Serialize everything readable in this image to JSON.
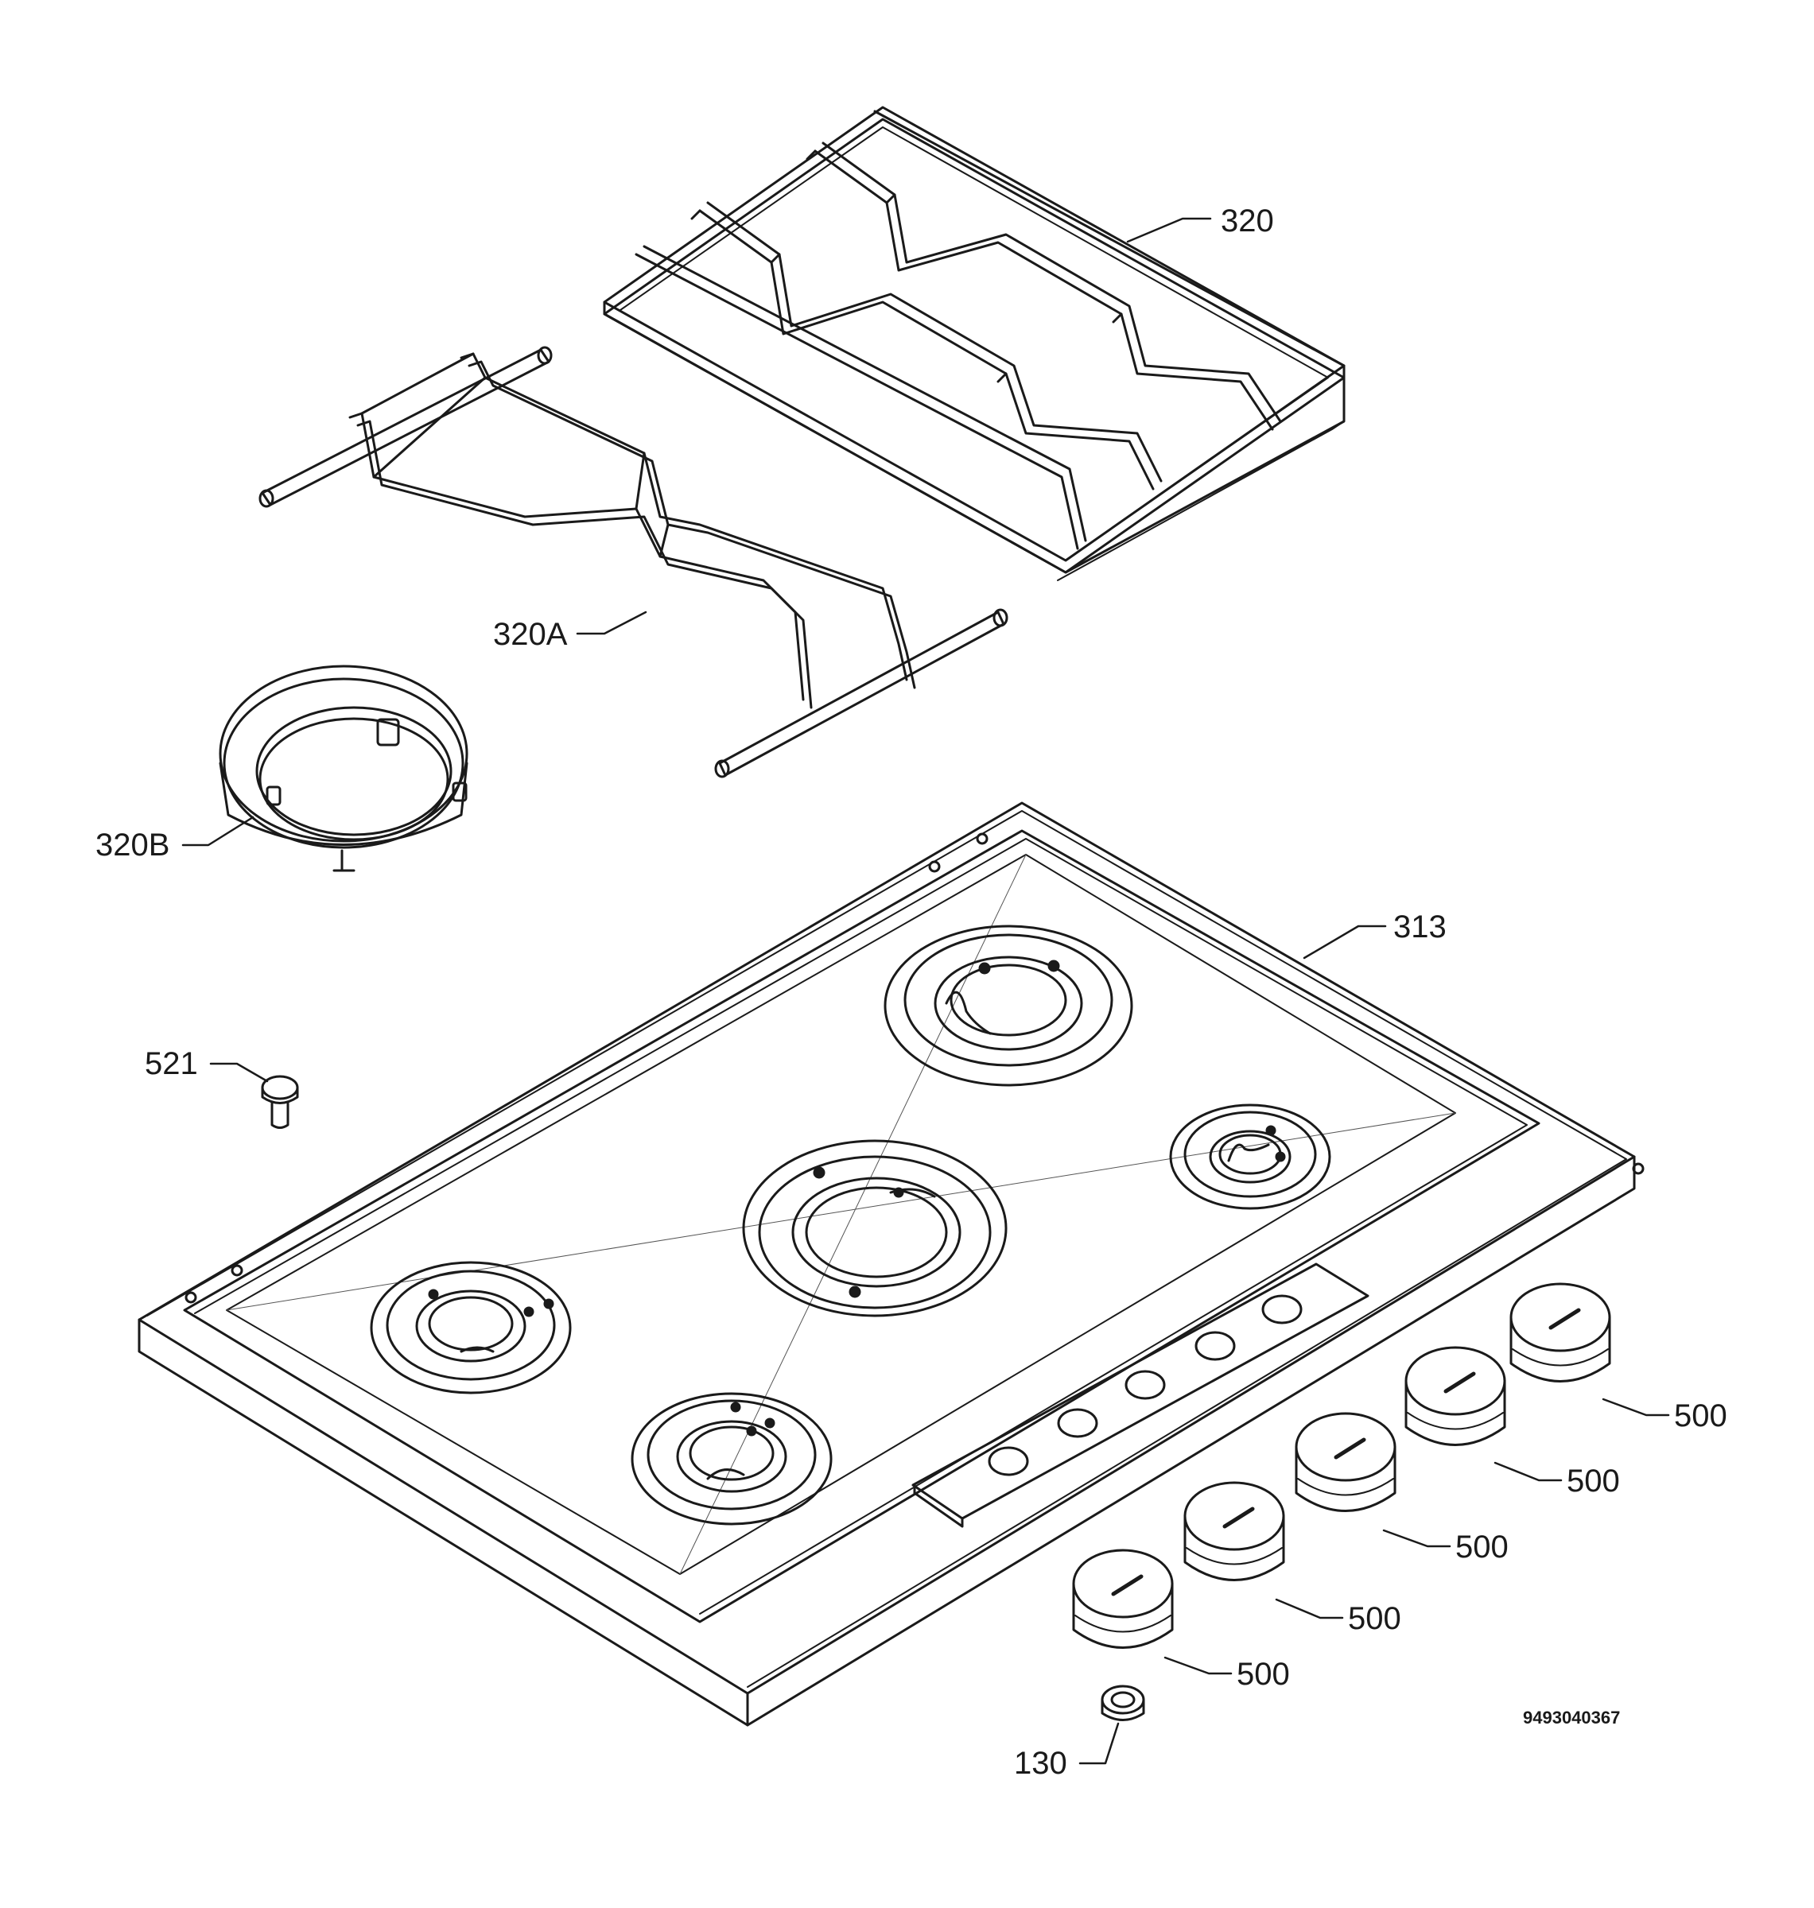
{
  "labels": {
    "grid_rear": "320",
    "grid_front": "320A",
    "wok_ring": "320B",
    "hob_top": "313",
    "screw": "521",
    "knob": "500",
    "washer": "130"
  },
  "document_number": "9493040367",
  "colors": {
    "line": "#1a1a1a",
    "fill": "#ffffff"
  }
}
